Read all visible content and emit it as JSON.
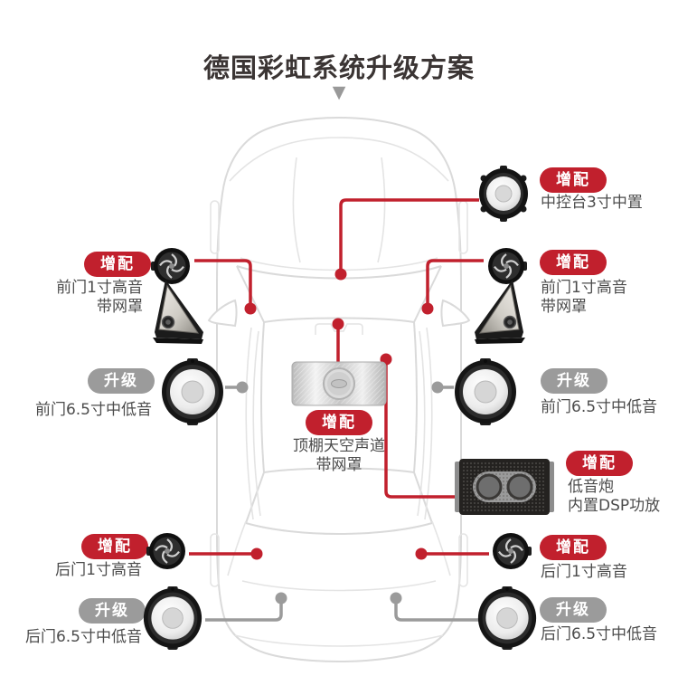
{
  "title": "德国彩虹系统升级方案",
  "marker_icon": "▼",
  "colors": {
    "accent_red": "#c1202d",
    "badge_gray": "#9b9b9b",
    "label_text": "#4c4c4c",
    "car_outline": "#dadada"
  },
  "badge_labels": {
    "add": "增配",
    "upgrade": "升级"
  },
  "components": {
    "center_channel": {
      "badge": "增配",
      "line1": "中控台3寸中置"
    },
    "front_left_tweeter": {
      "badge": "增配",
      "line1": "前门1寸高音",
      "line2": "带网罩"
    },
    "front_right_tweeter": {
      "badge": "增配",
      "line1": "前门1寸高音",
      "line2": "带网罩"
    },
    "front_left_woofer": {
      "badge": "升级",
      "line1": "前门6.5寸中低音"
    },
    "front_right_woofer": {
      "badge": "升级",
      "line1": "前门6.5寸中低音"
    },
    "roof_channel": {
      "badge": "增配",
      "line1": "顶棚天空声道",
      "line2": "带网罩"
    },
    "subwoofer": {
      "badge": "增配",
      "line1": "低音炮",
      "line2": "内置DSP功放"
    },
    "rear_left_tweeter": {
      "badge": "增配",
      "line1": "后门1寸高音"
    },
    "rear_right_tweeter": {
      "badge": "增配",
      "line1": "后门1寸高音"
    },
    "rear_left_woofer": {
      "badge": "升级",
      "line1": "后门6.5寸中低音"
    },
    "rear_right_woofer": {
      "badge": "升级",
      "line1": "后门6.5寸中低音"
    }
  }
}
